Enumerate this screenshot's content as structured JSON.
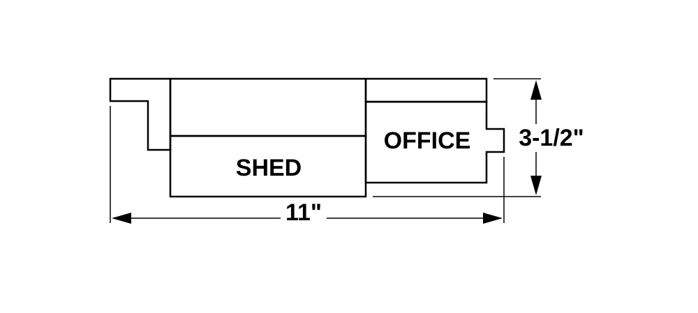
{
  "labels": {
    "shed": "SHED",
    "office": "OFFICE"
  },
  "dimensions": {
    "width": "11\"",
    "height": "3-1/2\""
  },
  "colors": {
    "line": "#000000",
    "background": "#ffffff"
  }
}
